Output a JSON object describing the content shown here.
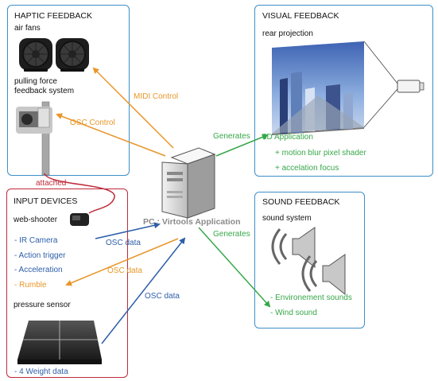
{
  "haptic": {
    "title": "HAPTIC FEEDBACK",
    "fans_label": "air fans",
    "pulling_label_1": "pulling force",
    "pulling_label_2": "feedback system"
  },
  "visual": {
    "title": "VISUAL FEEDBACK",
    "projection_label": "rear projection",
    "app_label": "3D Application",
    "items": [
      "+ motion blur pixel shader",
      "+ accelation focus"
    ]
  },
  "input": {
    "title": "INPUT DEVICES",
    "webshooter_label": "web-shooter",
    "items": [
      "- IR Camera",
      "- Action trigger",
      "- Acceleration",
      "- Rumble"
    ],
    "pressure_label": "pressure sensor",
    "weight_label": "- 4 Weight data"
  },
  "sound": {
    "title": "SOUND FEEDBACK",
    "system_label": "sound system",
    "items": [
      "- Environement sounds",
      "- Wind sound"
    ]
  },
  "center": {
    "pc_label": "PC : Virtools Application"
  },
  "connections": {
    "midi": "MIDI Control",
    "osc_control": "OSC Control",
    "generates_visual": "Generates",
    "generates_sound": "Generates",
    "attached": "attached",
    "osc_data_1": "OSC data",
    "osc_data_2": "OSC data",
    "osc_data_3": "OSC data"
  },
  "colors": {
    "blue": "#2d5ea8",
    "orange": "#e8962a",
    "green": "#37a84a",
    "red": "#c02a3a",
    "box_blue": "#3d8fc8"
  }
}
